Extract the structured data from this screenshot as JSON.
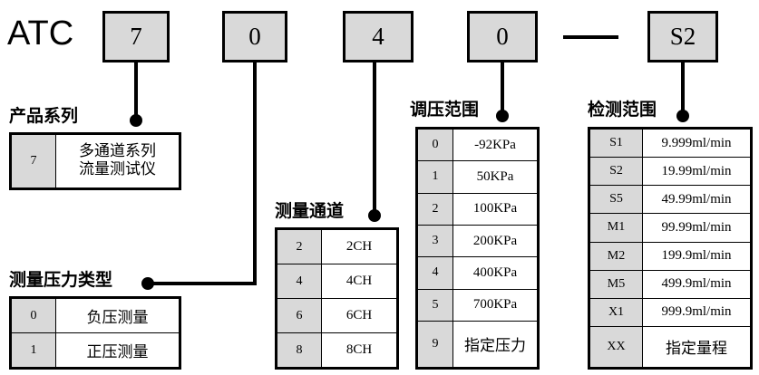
{
  "diagram": {
    "title_code": "ATC",
    "code_boxes": [
      {
        "name": "product-series",
        "value": "7"
      },
      {
        "name": "pressure-type",
        "value": "0"
      },
      {
        "name": "measure-channel",
        "value": "4"
      },
      {
        "name": "pressure-range",
        "value": "0"
      },
      {
        "name": "detect-range",
        "value": "S2"
      }
    ],
    "separator": "—"
  },
  "groups": {
    "product_series": {
      "title": "产品系列",
      "rows": [
        {
          "code": "7",
          "value": "多通道系列\n流量测试仪"
        }
      ]
    },
    "pressure_type": {
      "title": "测量压力类型",
      "rows": [
        {
          "code": "0",
          "value": "负压测量"
        },
        {
          "code": "1",
          "value": "正压测量"
        }
      ]
    },
    "measure_channel": {
      "title": "测量通道",
      "rows": [
        {
          "code": "2",
          "value": "2CH"
        },
        {
          "code": "4",
          "value": "4CH"
        },
        {
          "code": "6",
          "value": "6CH"
        },
        {
          "code": "8",
          "value": "8CH"
        }
      ]
    },
    "pressure_range": {
      "title": "调压范围",
      "rows": [
        {
          "code": "0",
          "value": "-92KPa"
        },
        {
          "code": "1",
          "value": "50KPa"
        },
        {
          "code": "2",
          "value": "100KPa"
        },
        {
          "code": "3",
          "value": "200KPa"
        },
        {
          "code": "4",
          "value": "400KPa"
        },
        {
          "code": "5",
          "value": "700KPa"
        },
        {
          "code": "9",
          "value": "指定压力"
        }
      ]
    },
    "detect_range": {
      "title": "检测范围",
      "rows": [
        {
          "code": "S1",
          "value": "9.999ml/min"
        },
        {
          "code": "S2",
          "value": "19.99ml/min"
        },
        {
          "code": "S5",
          "value": "49.99ml/min"
        },
        {
          "code": "M1",
          "value": "99.99ml/min"
        },
        {
          "code": "M2",
          "value": "199.9ml/min"
        },
        {
          "code": "M5",
          "value": "499.9ml/min"
        },
        {
          "code": "X1",
          "value": "999.9ml/min"
        },
        {
          "code": "XX",
          "value": "指定量程"
        }
      ]
    }
  },
  "colors": {
    "box_fill": "#d9d9d9",
    "line": "#000000",
    "background": "#ffffff"
  }
}
